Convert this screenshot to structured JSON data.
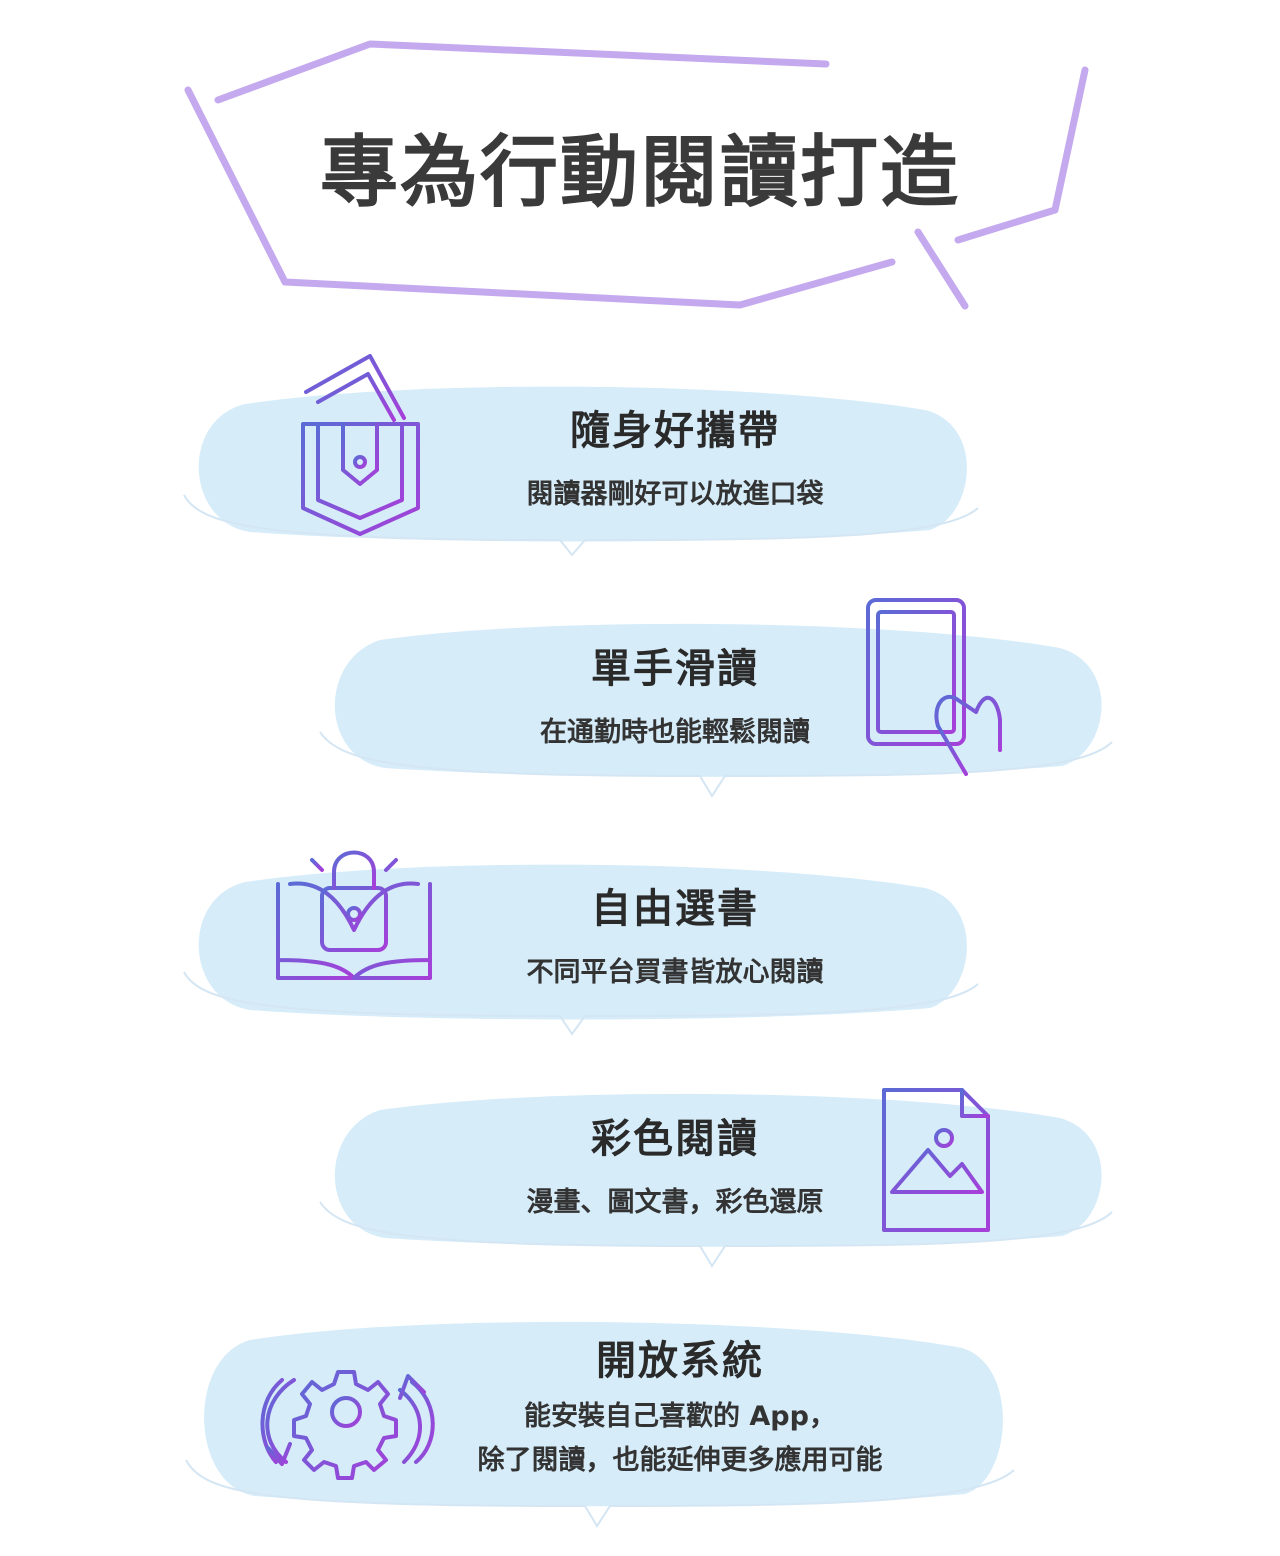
{
  "header": {
    "title": "專為行動閱讀打造"
  },
  "features": [
    {
      "title": "隨身好攜帶",
      "desc": "閱讀器剛好可以放進口袋",
      "icon": "pocket-card-icon"
    },
    {
      "title": "單手滑讀",
      "desc": "在通勤時也能輕鬆閱讀",
      "icon": "hand-holding-reader-icon"
    },
    {
      "title": "自由選書",
      "desc": "不同平台買書皆放心閱讀",
      "icon": "book-padlock-icon"
    },
    {
      "title": "彩色閱讀",
      "desc": "漫畫、圖文書，彩色還原",
      "icon": "image-file-icon"
    },
    {
      "title": "開放系統",
      "desc": "能安裝自己喜歡的 App，",
      "desc2": "除了閱讀，也能延伸更多應用可能",
      "icon": "gear-sync-icon"
    }
  ],
  "colors": {
    "bubble": "#d6ecf9",
    "bubble_outline": "#d4e6f3",
    "frame_stroke": "#c4a9ee",
    "icon_gradient_start": "#5b6bd6",
    "icon_gradient_end": "#a63fd8"
  }
}
